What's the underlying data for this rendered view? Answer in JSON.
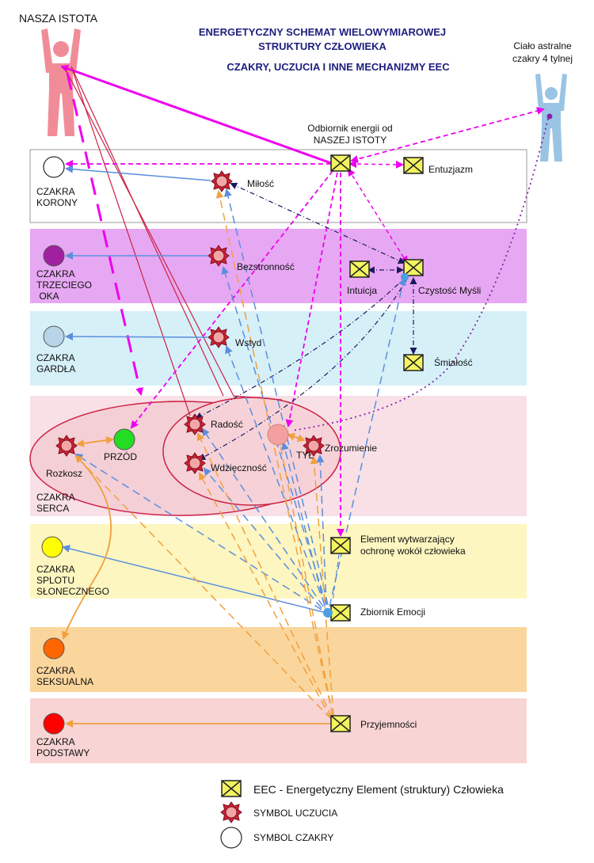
{
  "title": {
    "line1": "ENERGETYCZNY SCHEMAT WIELOWYMIAROWEJ",
    "line2": "STRUKTURY CZŁOWIEKA",
    "line3": "CZAKRY, UCZUCIA I INNE MECHANIZMY EEC"
  },
  "figures": {
    "human": "NASZA ISTOTA",
    "astral_line1": "Ciało astralne",
    "astral_line2": "czakry 4 tylnej"
  },
  "chakras": {
    "korony": [
      "CZAKRA",
      "KORONY"
    ],
    "trzeciego_oka": [
      "CZAKRA",
      "TRZECIEGO",
      " OKA"
    ],
    "gardla": [
      "CZAKRA",
      "GARDŁA"
    ],
    "serca": [
      "CZAKRA",
      "SERCA"
    ],
    "splotu": [
      "CZAKRA",
      "SPLOTU",
      "SŁONECZNEGO"
    ],
    "seksualna": [
      "CZAKRA",
      "SEKSUALNA"
    ],
    "podstawy": [
      "CZAKRA",
      "PODSTAWY"
    ]
  },
  "elements": {
    "odbiornik_line1": "Odbiornik energii od",
    "odbiornik_line2": "NASZEJ ISTOTY",
    "entuzjazm": "Entuzjazm",
    "intuicja": "Intuicja",
    "czystosc": "Czystość Myśli",
    "smialosc": "Śmiałość",
    "ochrona_line1": "Element wytwarzający",
    "ochrona_line2": "ochronę wokół człowieka",
    "zbiornik": "Zbiornik Emocji",
    "przyjemnosci": "Przyjemności"
  },
  "feelings": {
    "milosc": "Miłość",
    "bezstronnosc": "Bezstronność",
    "wstyd": "Wstyd",
    "radosc": "Radość",
    "wdziecznosc": "Wdzięczność",
    "zrozumienie": "Zrozumienie",
    "rozkosz": "Rozkosz"
  },
  "heart": {
    "przod": "PRZÓD",
    "tyl": "TYŁ"
  },
  "legend": {
    "eec": "EEC - Energetyczny Element (struktury) Człowieka",
    "feeling": "SYMBOL UCZUCIA",
    "chakra": "SYMBOL CZAKRY"
  },
  "colors": {
    "crown": "#ffffff",
    "third_eye": "#a020a0",
    "throat": "#b8d4e8",
    "heart_front": "#22dd22",
    "heart_back": "#f4a0a0",
    "solar": "#ffff00",
    "sexual": "#ff6600",
    "root": "#ff0000",
    "magenta": "#ee00ee",
    "blue": "#5b8fdd",
    "orange": "#f0a040",
    "navy": "#1a1a60",
    "purple": "#8a20aa",
    "crimson": "#cc2244"
  }
}
